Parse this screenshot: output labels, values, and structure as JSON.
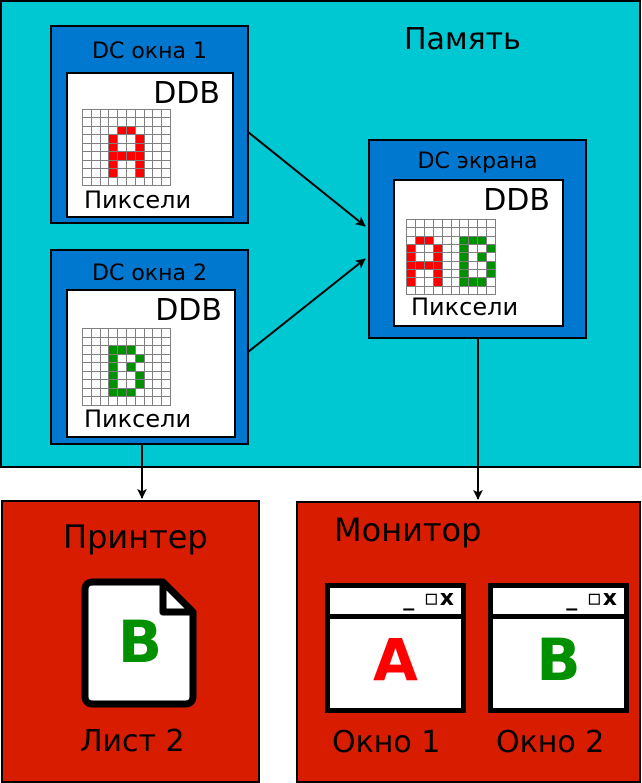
{
  "memory": {
    "title": "Память",
    "color": "#00c8d2"
  },
  "dc_window1": {
    "title": "DC окна 1",
    "ddb_label": "DDB",
    "pixels_label": "Пиксели",
    "grid": {
      "cols": 10,
      "rows": 9,
      "letter": "A",
      "letter_color": "#ff0000",
      "filled": [
        [
          2,
          4
        ],
        [
          2,
          5
        ],
        [
          3,
          3
        ],
        [
          3,
          6
        ],
        [
          4,
          3
        ],
        [
          4,
          6
        ],
        [
          5,
          3
        ],
        [
          5,
          4
        ],
        [
          5,
          5
        ],
        [
          5,
          6
        ],
        [
          6,
          3
        ],
        [
          6,
          6
        ],
        [
          7,
          3
        ],
        [
          7,
          6
        ]
      ]
    }
  },
  "dc_window2": {
    "title": "DC окна 2",
    "ddb_label": "DDB",
    "pixels_label": "Пиксели",
    "grid": {
      "cols": 10,
      "rows": 9,
      "letter": "B",
      "letter_color": "#009000",
      "filled": [
        [
          2,
          3
        ],
        [
          2,
          4
        ],
        [
          2,
          5
        ],
        [
          3,
          3
        ],
        [
          3,
          6
        ],
        [
          4,
          3
        ],
        [
          4,
          5
        ],
        [
          5,
          3
        ],
        [
          5,
          6
        ],
        [
          6,
          3
        ],
        [
          6,
          6
        ],
        [
          7,
          3
        ],
        [
          7,
          4
        ],
        [
          7,
          5
        ]
      ]
    }
  },
  "dc_screen": {
    "title": "DC экрана",
    "ddb_label": "DDB",
    "pixels_label": "Пиксели",
    "grid": {
      "cols": 10,
      "rows": 9,
      "red": [
        [
          2,
          1
        ],
        [
          2,
          2
        ],
        [
          3,
          0
        ],
        [
          3,
          3
        ],
        [
          4,
          0
        ],
        [
          4,
          3
        ],
        [
          5,
          0
        ],
        [
          5,
          1
        ],
        [
          5,
          2
        ],
        [
          5,
          3
        ],
        [
          6,
          0
        ],
        [
          6,
          3
        ],
        [
          7,
          0
        ],
        [
          7,
          3
        ]
      ],
      "green": [
        [
          2,
          6
        ],
        [
          2,
          7
        ],
        [
          2,
          8
        ],
        [
          3,
          6
        ],
        [
          3,
          9
        ],
        [
          4,
          6
        ],
        [
          4,
          8
        ],
        [
          5,
          6
        ],
        [
          5,
          9
        ],
        [
          6,
          6
        ],
        [
          6,
          9
        ],
        [
          7,
          6
        ],
        [
          7,
          7
        ],
        [
          7,
          8
        ]
      ]
    }
  },
  "printer": {
    "title": "Принтер",
    "page_letter": "B",
    "page_label": "Лист 2",
    "letter_color": "#009000"
  },
  "monitor": {
    "title": "Монитор",
    "window_controls": "_ ▫x",
    "windows": [
      {
        "letter": "A",
        "label": "Окно 1",
        "color": "#ff0000"
      },
      {
        "letter": "B",
        "label": "Окно 2",
        "color": "#009000"
      }
    ]
  },
  "colors": {
    "dc_blue": "#0078d0",
    "device_red": "#d81c00"
  },
  "arrows": [
    {
      "from": "dc_window1",
      "to": "dc_screen"
    },
    {
      "from": "dc_window2",
      "to": "dc_screen"
    },
    {
      "from": "dc_window2",
      "to": "printer"
    },
    {
      "from": "dc_screen",
      "to": "monitor"
    }
  ]
}
